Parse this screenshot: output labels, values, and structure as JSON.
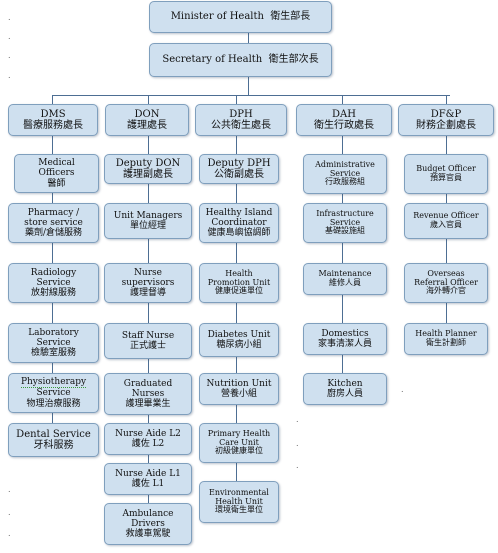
{
  "top": {
    "minister": {
      "en": "Minister of Health",
      "zh": "衛生部長"
    },
    "secretary": {
      "en": "Secretary of Health",
      "zh": "衛生部次長"
    }
  },
  "divisions": [
    {
      "en": "DMS",
      "zh": "醫療服務處長"
    },
    {
      "en": "DON",
      "zh": "護理處長"
    },
    {
      "en": "DPH",
      "zh": "公共衛生處長"
    },
    {
      "en": "DAH",
      "zh": "衛生行政處長"
    },
    {
      "en": "DF&P",
      "zh": "財務企劃處長"
    }
  ],
  "dms_units": [
    {
      "l1": "Medical",
      "l2": "Officers",
      "zh": "醫師"
    },
    {
      "l1": "Pharmacy /",
      "l2": "store service",
      "zh": "藥劑/倉儲服務"
    },
    {
      "l1": "Radiology",
      "l2": "Service",
      "zh": "放射線服務"
    },
    {
      "l1": "Laboratory",
      "l2": "Service",
      "zh": "檢驗室服務"
    },
    {
      "l1": "Physiotherapy",
      "l2": "Service",
      "zh": "物理治療服務"
    },
    {
      "l1": "Dental Service",
      "l2": "",
      "zh": "牙科服務"
    }
  ],
  "don_units": [
    {
      "l1": "Deputy DON",
      "l2": "",
      "zh": "護理副處長"
    },
    {
      "l1": "Unit Managers",
      "l2": "",
      "zh": "單位經理"
    },
    {
      "l1": "Nurse",
      "l2": "supervisors",
      "zh": "護理督導"
    },
    {
      "l1": "Staff Nurse",
      "l2": "",
      "zh": "正式護士"
    },
    {
      "l1": "Graduated",
      "l2": "Nurses",
      "zh": "護理畢業生"
    },
    {
      "l1": "Nurse Aide L2",
      "l2": "",
      "zh": "護佐 L2"
    },
    {
      "l1": "Nurse Aide L1",
      "l2": "",
      "zh": "護佐 L1"
    },
    {
      "l1": "Ambulance",
      "l2": "Drivers",
      "zh": "救護車駕駛"
    }
  ],
  "dph_units": [
    {
      "l1": "Deputy DPH",
      "l2": "",
      "l3": "",
      "zh": "公衛副處長"
    },
    {
      "l1": "Healthy Island",
      "l2": "Coordinator",
      "l3": "",
      "zh": "健康島嶼協調師"
    },
    {
      "l1": "Health",
      "l2": "Promotion Unit",
      "l3": "",
      "zh": "健康促進單位"
    },
    {
      "l1": "Diabetes Unit",
      "l2": "",
      "l3": "",
      "zh": "糖尿病小組"
    },
    {
      "l1": "Nutrition Unit",
      "l2": "",
      "l3": "",
      "zh": "營養小組"
    },
    {
      "l1": "Primary Health",
      "l2": "Care Unit",
      "l3": "",
      "zh": "初級健康單位"
    },
    {
      "l1": "Environmental",
      "l2": "Health Unit",
      "l3": "",
      "zh": "環境衛生單位"
    }
  ],
  "dah_units": [
    {
      "l1": "Administrative",
      "l2": "Service",
      "zh": "行政服務組"
    },
    {
      "l1": "Infrastructure",
      "l2": "Service",
      "zh": "基礎設施組"
    },
    {
      "l1": "Maintenance",
      "l2": "",
      "zh": "維修人員"
    },
    {
      "l1": "Domestics",
      "l2": "",
      "zh": "家事清潔人員"
    },
    {
      "l1": "Kitchen",
      "l2": "",
      "zh": "廚房人員"
    }
  ],
  "dfp_units": [
    {
      "l1": "Budget Officer",
      "l2": "",
      "zh": "預算官員"
    },
    {
      "l1": "Revenue Officer",
      "l2": "",
      "zh": "歲入官員"
    },
    {
      "l1": "Overseas",
      "l2": "Referral Officer",
      "zh": "海外轉介官"
    },
    {
      "l1": "Health Planner",
      "l2": "",
      "zh": "衛生計劃師"
    }
  ],
  "markers": {
    "dot": "."
  }
}
